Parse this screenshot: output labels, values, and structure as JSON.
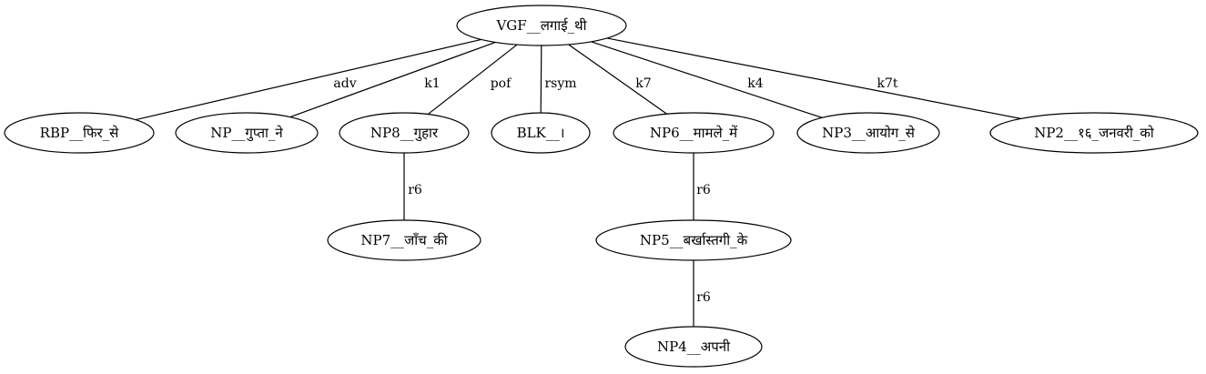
{
  "nodes": [
    {
      "id": "root",
      "label": "VGF__लगाई_थी"
    },
    {
      "id": "rbp",
      "label": "RBP__फिर_से"
    },
    {
      "id": "np",
      "label": "NP__गुप्ता_ने"
    },
    {
      "id": "np8",
      "label": "NP8__गुहार"
    },
    {
      "id": "blk",
      "label": "BLK__।"
    },
    {
      "id": "np6",
      "label": "NP6__मामले_में"
    },
    {
      "id": "np3",
      "label": "NP3__आयोग_से"
    },
    {
      "id": "np2",
      "label": "NP2__१६_जनवरी_को"
    },
    {
      "id": "np7",
      "label": "NP7__जाँच_की"
    },
    {
      "id": "np5",
      "label": "NP5__बर्खास्तगी_के"
    },
    {
      "id": "np4",
      "label": "NP4__अपनी"
    }
  ],
  "edges": [
    {
      "from": "root",
      "to": "rbp",
      "label": "adv"
    },
    {
      "from": "root",
      "to": "np",
      "label": "k1"
    },
    {
      "from": "root",
      "to": "np8",
      "label": "pof"
    },
    {
      "from": "root",
      "to": "blk",
      "label": "rsym"
    },
    {
      "from": "root",
      "to": "np6",
      "label": "k7"
    },
    {
      "from": "root",
      "to": "np3",
      "label": "k4"
    },
    {
      "from": "root",
      "to": "np2",
      "label": "k7t"
    },
    {
      "from": "np8",
      "to": "np7",
      "label": "r6"
    },
    {
      "from": "np6",
      "to": "np5",
      "label": "r6"
    },
    {
      "from": "np5",
      "to": "np4",
      "label": "r6"
    }
  ]
}
